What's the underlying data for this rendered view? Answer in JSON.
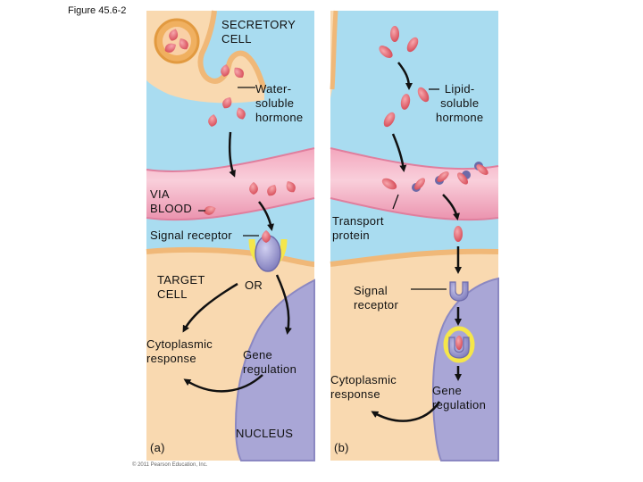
{
  "figure_label": "Figure 45.6-2",
  "copyright": "© 2011 Pearson Education, Inc.",
  "panel_a": {
    "secretory_cell": "SECRETORY\nCELL",
    "water_soluble": "Water-\nsoluble\nhormone",
    "via_blood": "VIA\nBLOOD",
    "signal_receptor": "Signal receptor",
    "target_cell": "TARGET\nCELL",
    "or": "OR",
    "cytoplasmic_response": "Cytoplasmic\nresponse",
    "gene_regulation": "Gene\nregulation",
    "nucleus": "NUCLEUS",
    "panel_label": "(a)"
  },
  "panel_b": {
    "lipid_soluble": "Lipid-\nsoluble\nhormone",
    "transport_protein": "Transport\nprotein",
    "signal_receptor": "Signal\nreceptor",
    "cytoplasmic_response": "Cytoplasmic\nresponse",
    "gene_regulation": "Gene\nregulation",
    "panel_label": "(b)"
  },
  "colors": {
    "extracellular_fluid": "#a9dcf0",
    "cell_cytoplasm": "#f9d9b0",
    "cell_membrane": "#f0b878",
    "blood_vessel": "#f5b4c8",
    "nucleus": "#a9a6d6",
    "hormone": "#e36a74",
    "receptor": "#9290c8",
    "receptor_highlight": "#f5e64a"
  }
}
